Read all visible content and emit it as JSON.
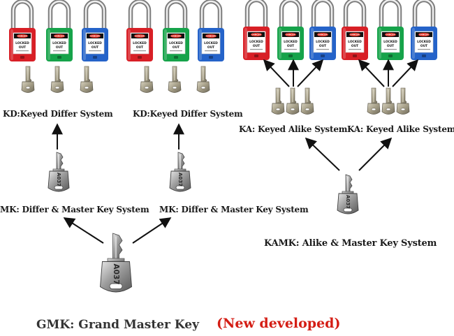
{
  "padlock_text": {
    "header": "DANGER",
    "line1": "LOCKED",
    "line2": "OUT"
  },
  "labels": {
    "kd_left": "KD:Keyed Differ System",
    "kd_right": "KD:Keyed Differ System",
    "ka_left": "KA: Keyed Alike System",
    "ka_right": "KA: Keyed Alike System",
    "mk_left": "MK: Differ & Master Key System",
    "mk_right": "MK: Differ & Master Key System",
    "kamk": "KAMK: Alike & Master Key System",
    "gmk": "GMK: Grand Master Key",
    "new_developed": "(New developed)"
  },
  "key_codes": {
    "master": "A037",
    "grand": "A037"
  },
  "padlock_colors": {
    "red": "#d81f26",
    "green": "#16a34a",
    "blue": "#2563c9"
  },
  "accent_colors": {
    "new_developed": "#d41d14",
    "label": "#1a1a1a",
    "gmk_label": "#333333"
  }
}
